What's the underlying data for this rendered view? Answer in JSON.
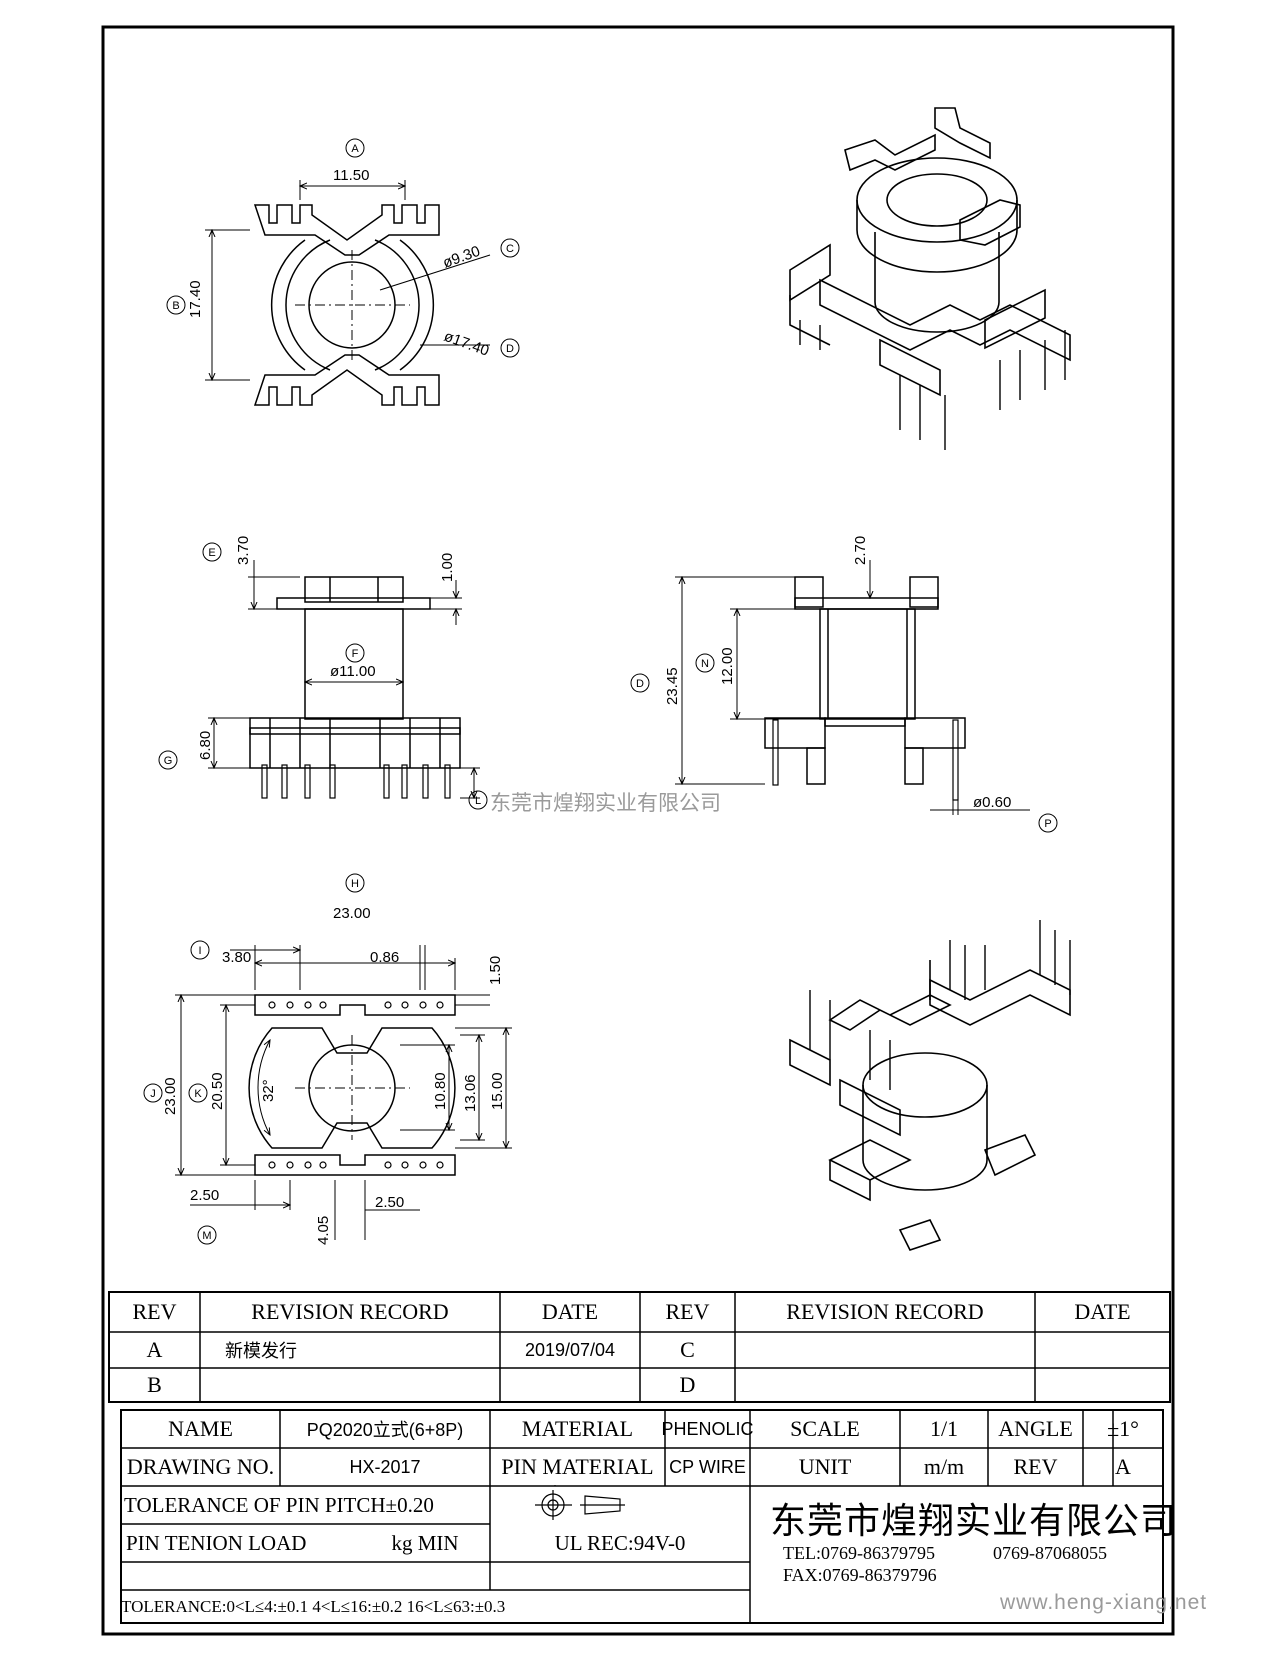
{
  "drawing": {
    "dims": {
      "top_width": "11.50",
      "top_height": "17.40",
      "inner_dia": "ø9.30",
      "outer_dia": "ø17.40",
      "e_val": "3.70",
      "flange_t": "1.00",
      "bobbin_dia": "ø11.00",
      "base_h": "6.80",
      "side_top": "2.70",
      "side_total": "23.45",
      "side_mid": "12.00",
      "pin_dia": "ø0.60",
      "bot_width": "23.00",
      "bot_i": "3.80",
      "bot_pin": "0.86",
      "bot_slot": "1.50",
      "bot_j": "23.00",
      "bot_k": "20.50",
      "bot_angle": "32°",
      "bot_108": "10.80",
      "bot_1306": "13.06",
      "bot_15": "15.00",
      "bot_m": "2.50",
      "bot_405": "4.05",
      "bot_250b": "2.50"
    },
    "callouts": {
      "a": "A",
      "b": "B",
      "c": "C",
      "d": "D",
      "e": "E",
      "f": "F",
      "g": "G",
      "l": "L",
      "d2": "D",
      "n": "N",
      "p": "P",
      "h": "H",
      "i": "I",
      "j": "J",
      "k": "K",
      "m": "M"
    }
  },
  "watermark": {
    "company": "东莞市煌翔实业有限公司",
    "url": "www.heng-xiang.net"
  },
  "revision_table": {
    "headers": [
      "REV",
      "REVISION RECORD",
      "DATE",
      "REV",
      "REVISION RECORD",
      "DATE"
    ],
    "rows": [
      {
        "rev": "A",
        "record": "新模发行",
        "date": "2019/07/04",
        "rev2": "C"
      },
      {
        "rev": "B",
        "record": "",
        "date": "",
        "rev2": "D"
      }
    ]
  },
  "title_block": {
    "name_label": "NAME",
    "name_value": "PQ2020立式(6+8P)",
    "material_label": "MATERIAL",
    "material_value": "PHENOLIC",
    "scale_label": "SCALE",
    "scale_value": "1/1",
    "angle_label": "ANGLE",
    "angle_value": "±1°",
    "drawing_no_label": "DRAWING NO.",
    "drawing_no_value": "HX-2017",
    "pin_material_label": "PIN MATERIAL",
    "pin_material_value": "CP WIRE",
    "unit_label": "UNIT",
    "unit_value": "m/m",
    "rev_label": "REV",
    "rev_value": "A",
    "tol_pitch": "TOLERANCE OF PIN PITCH±0.20",
    "pin_load": "PIN TENION LOAD",
    "pin_load_unit": "kg MIN",
    "ul": "UL REC:94V-0",
    "tolerance": "TOLERANCE:0<L≤4:±0.1  4<L≤16:±0.2  16<L≤63:±0.3",
    "company": "东莞市煌翔实业有限公司",
    "tel": "TEL:0769-86379795",
    "tel2": "0769-87068055",
    "fax": "FAX:0769-86379796"
  }
}
